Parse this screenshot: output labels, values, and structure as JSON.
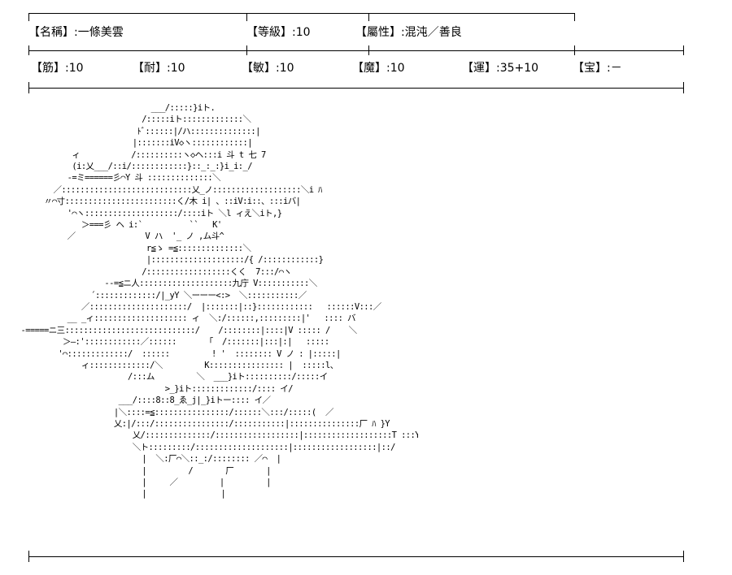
{
  "header": {
    "name": "【名稱】:一條美雲",
    "level": "【等級】:10",
    "attribute": "【屬性】:混沌／善良"
  },
  "stats": [
    "【筋】:10",
    "【耐】:10",
    "【敏】:10",
    "【魔】:10",
    "【運】:35+10",
    "【宝】:－"
  ],
  "ascii_art": "                              ___/:::::}iト.\n                            /:::::iト:::::::::::::＼\n                           ﾄﾞ::::::|/ハ::::::::::::::|\n                          |:::::::iV◇ヽ::::::::::::|\n             ィ           /::::::::::ヽ◇ヘ:::i 斗 t 七 7\n             (i:乂___/::i/::::::::::::}::_:_:}i_i:_/\n            -=ミ======彡⌒Y 斗 ::::::::::::::＼\n         ／::::::::::::::::::::::::::::乂_ノ:::::::::::::::::::＼i ﾊ\n       〃⌒寸::::::::::::::::::::::::く/木 i| 、::iV:i::、:::iバ|\n            '⌒ヽ::::::::::::::::::::/::::iト ＼l ィえ＼iト,}\n               ＞===彡 ヘ i:`          ``   K'\n            ／               V ハ  '_ ノ ,ム斗^\n                             r≦ゝ =≦::::::::::::::＼\n                             |::::::::::::::::::::/{ /::::::::::::}\n                            /::::::::::::::::::くく  7:::/⌒ヽ\n                    --=≦ニ人::::::::::::::::::::九庁 V:::::::::::＼\n                 ´:::::::::::::/|_yY ＼ーーー<:>  ＼:::::::::::／\n               ／:::::::::::::::::::::/  |:::::::|::}::::::::::::   ::::::V:::／\n            __ _ィ:::::::::::::::::::: ィ  ＼:/::::::,:::::::::|'   :::: バ\n  -=====ニ三::::::::::::::::::::::::::::/    /::::::::|::::|V ::::: /    ＼\n           ＞―:'::::::::::::／::::::       ｢  /:::::::|:::|:|   :::::\n          '⌒:::::::::::::/  ::::::         ! '  :::::::: V ノ : |:::::|\n               ィ:::::::::::::/＼         K:::::::::::::::: |  :::::l、\n                         /:::ム         ＼  ___}iト::::::::::/:::::イ\n                                 >_}iト:::::::::::::/:::: イ/\n                       ___/::::8::8_ゑ_j|_}iトー:::: イ／\n                      |＼::::=≦::::::::::::::::/::::::＼:::/:::::(  ／\n                      乂:|/:::/::::::::::::::::/:::::::::::|:::::::::::::::厂 ﾊ }Y\n                          乂/::::::::::::::/::::::::::::::::::|:::::::::::::::::::T :::Y\n                          ＼ト:::::::::/::::::::::::::::::::|::::::::::::::::::|::/\n                            |  ＼:厂⌒＼::_:/:::::::: ／⌒  |\n                            |         /       厂       |\n                            |     ／         |         |\n                            |                |"
}
